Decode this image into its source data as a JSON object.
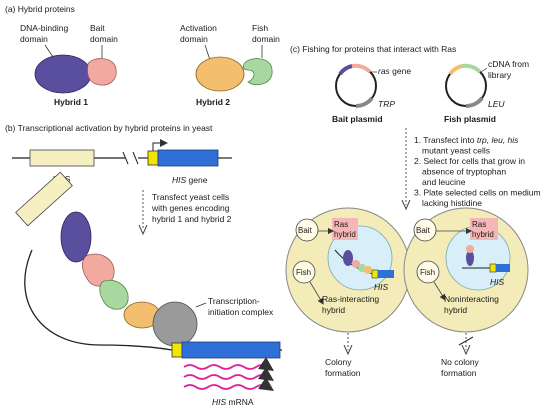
{
  "panel_a": {
    "header": "(a) Hybrid proteins",
    "dna_binding": [
      "DNA-binding",
      "domain"
    ],
    "bait": [
      "Bait",
      "domain"
    ],
    "hybrid1": "Hybrid 1",
    "activation": [
      "Activation",
      "domain"
    ],
    "fish": [
      "Fish",
      "domain"
    ],
    "hybrid2": "Hybrid 2"
  },
  "panel_b": {
    "header": "(b) Transcriptional activation by hybrid proteins in yeast",
    "uas": "UAS",
    "his_gene_italic": "HIS",
    "his_gene_rest": " gene",
    "transfect": [
      "Transfect yeast cells",
      "with genes encoding",
      "hybrid 1 and hybrid 2"
    ],
    "complex": [
      "Transcription-",
      "initiation complex"
    ],
    "mrna_italic": "HIS",
    "mrna_rest": " mRNA"
  },
  "panel_c": {
    "header": "(c) Fishing for proteins that interact with Ras",
    "ras_gene_italic": "ras",
    "ras_gene_rest": " gene",
    "trp": "TRP",
    "bait_plasmid": "Bait plasmid",
    "cdna": [
      "cDNA from",
      "library"
    ],
    "leu": "LEU",
    "fish_plasmid": "Fish plasmid",
    "steps": [
      {
        "parts": [
          [
            "1. Transfect into ",
            "n"
          ],
          [
            "trp, leu, his",
            "i"
          ]
        ]
      },
      {
        "parts": [
          [
            "mutant yeast cells",
            "n"
          ]
        ]
      },
      {
        "parts": [
          [
            "2. Select for cells that grow in",
            "n"
          ]
        ]
      },
      {
        "parts": [
          [
            "absence of tryptophan",
            "n"
          ]
        ]
      },
      {
        "parts": [
          [
            "and leucine",
            "n"
          ]
        ]
      },
      {
        "parts": [
          [
            "3. Plate selected cells on medium",
            "n"
          ]
        ]
      },
      {
        "parts": [
          [
            "lacking histidine",
            "n"
          ]
        ]
      }
    ],
    "cell1": {
      "bait": "Bait",
      "ras_hybrid": [
        "Ras",
        "hybrid"
      ],
      "his": "HIS",
      "fish": "Fish",
      "interacting": [
        "Ras-interacting",
        "hybrid"
      ],
      "result": [
        "Colony",
        "formation"
      ]
    },
    "cell2": {
      "bait": "Bait",
      "ras_hybrid": [
        "Ras",
        "hybrid"
      ],
      "his": "HIS",
      "fish": "Fish",
      "noninteracting": [
        "Noninteracting",
        "hybrid"
      ],
      "result": [
        "No colony",
        "formation"
      ]
    }
  },
  "colors": {
    "dna_binding": "#5a4f9e",
    "bait": "#f1a9a0",
    "activation": "#f3be6d",
    "fish": "#a8d8a0",
    "gene": "#2f6fd6",
    "promoter": "#f2e600",
    "mrna": "#e0209a",
    "cell": "#f3ecb8",
    "nucleus": "#d8eef8",
    "uas": "#f6efc2",
    "complex": "#9a9a9a"
  }
}
